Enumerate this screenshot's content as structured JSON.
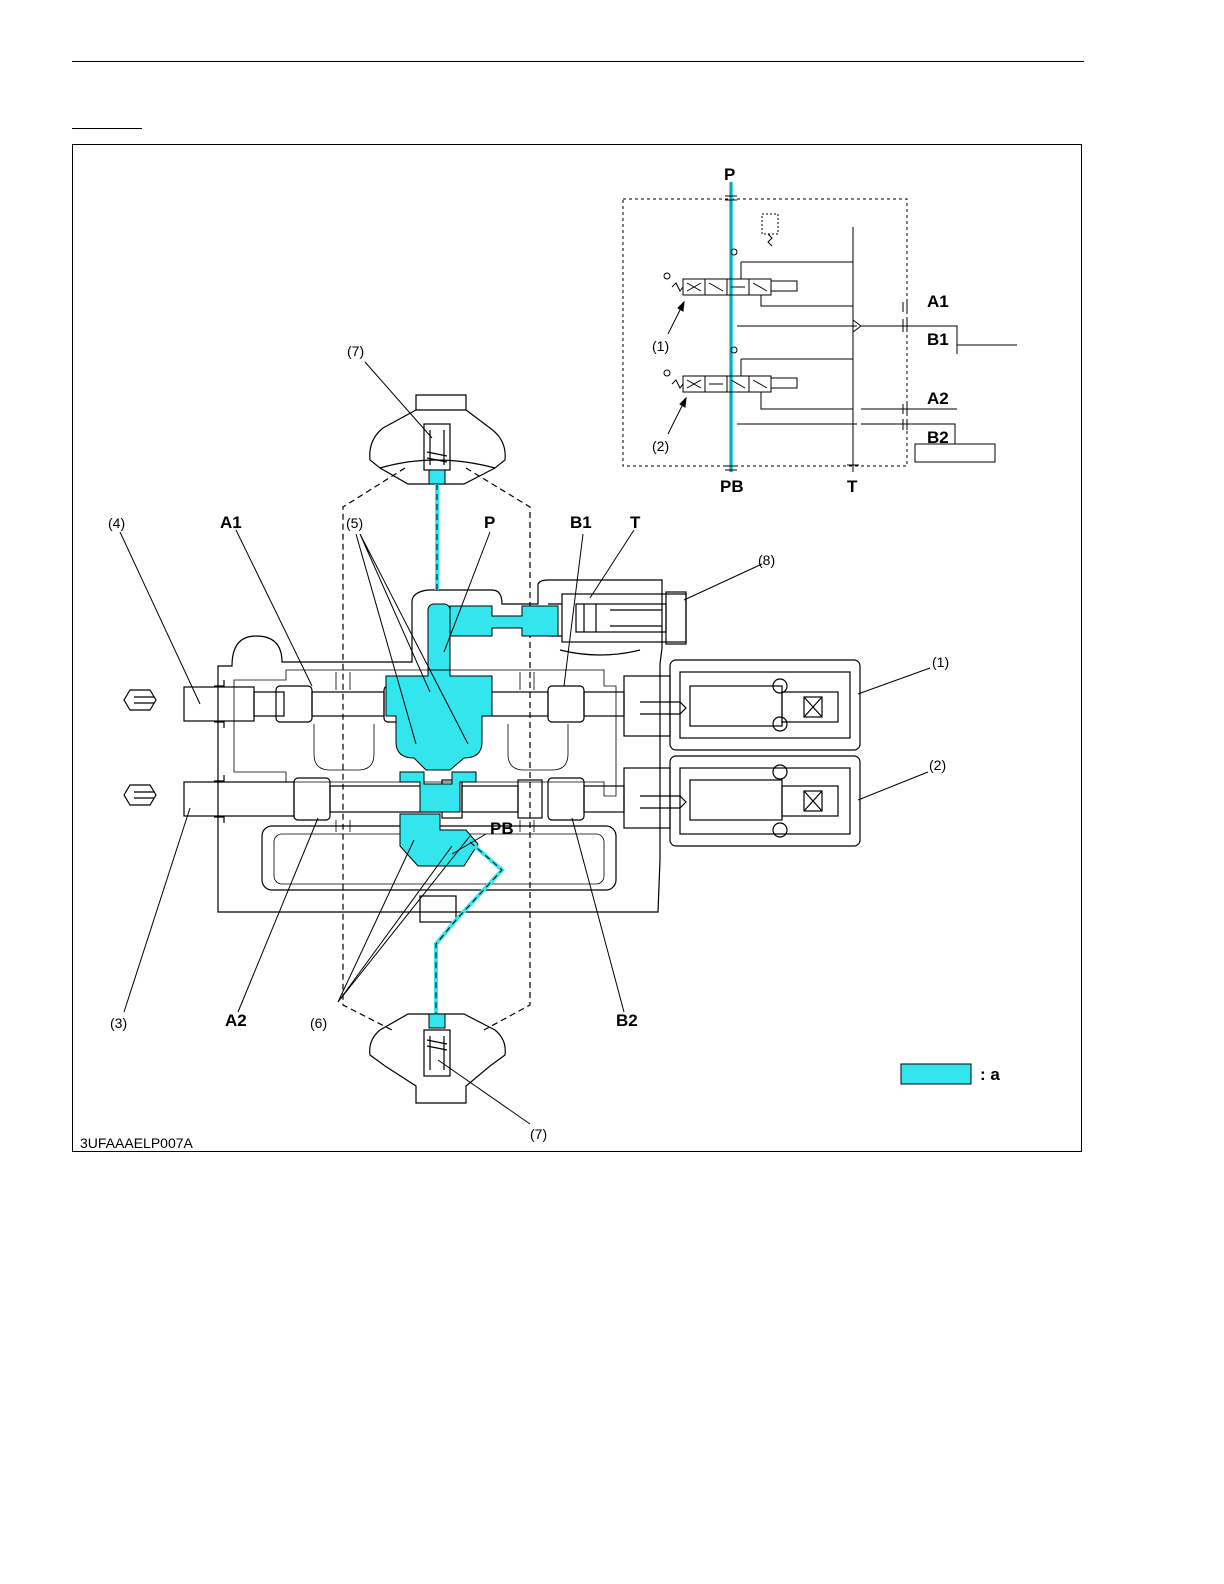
{
  "figure": {
    "code": "3UFAAAELP007A",
    "legend": {
      "text": ": a",
      "color": "#33e6ee"
    },
    "colors": {
      "line": "#000000",
      "fluid": "#33e6ee"
    },
    "schematic_labels": {
      "P": "P",
      "A1": "A1",
      "B1": "B1",
      "A2": "A2",
      "B2": "B2",
      "PB": "PB",
      "T": "T",
      "n1": "(1)",
      "n2": "(2)"
    },
    "section_labels": {
      "n7_top": "(7)",
      "n7_bottom": "(7)",
      "n4": "(4)",
      "A1": "A1",
      "n5": "(5)",
      "P": "P",
      "B1": "B1",
      "T": "T",
      "n8": "(8)",
      "n1": "(1)",
      "n2": "(2)",
      "PB": "PB",
      "n3": "(3)",
      "A2": "A2",
      "n6": "(6)",
      "B2": "B2"
    }
  }
}
